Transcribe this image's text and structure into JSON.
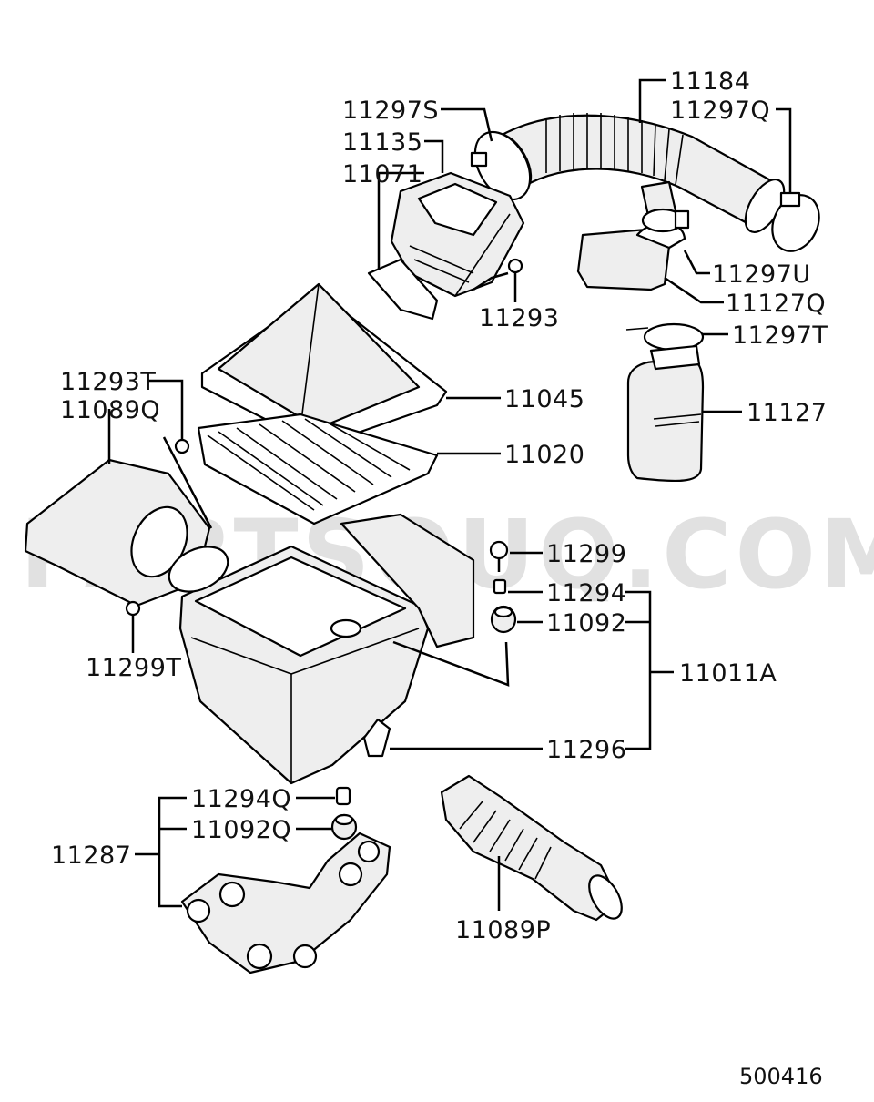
{
  "watermark": "PARTSOUQ.COM",
  "diagram_code": "500416",
  "labels": {
    "p11184": "11184",
    "p11297Q": "11297Q",
    "p11297S": "11297S",
    "p11135": "11135",
    "p11071": "11071",
    "p11297U": "11297U",
    "p11127Q": "11127Q",
    "p11293": "11293",
    "p11297T": "11297T",
    "p11293T": "11293T",
    "p11089Q": "11089Q",
    "p11045": "11045",
    "p11127": "11127",
    "p11020": "11020",
    "p11299": "11299",
    "p11294": "11294",
    "p11092": "11092",
    "p11011A": "11011A",
    "p11299T": "11299T",
    "p11296": "11296",
    "p11294Q": "11294Q",
    "p11092Q": "11092Q",
    "p11287": "11287",
    "p11089P": "11089P"
  }
}
